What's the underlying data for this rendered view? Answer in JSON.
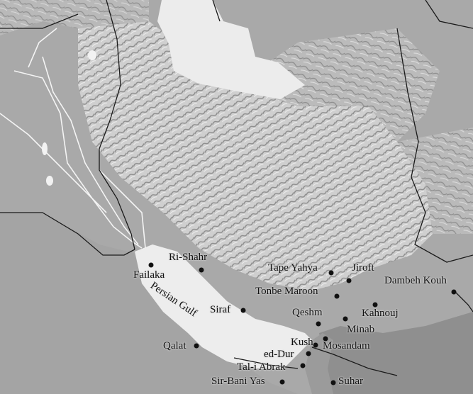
{
  "map": {
    "colors": {
      "land": "#a9a9a9",
      "mountain": "#d4d4d4",
      "water": "#ececec",
      "sea": "#8f8f8f",
      "border": "#1a1a1a",
      "river": "#f4f4f4"
    },
    "water_labels": {
      "gulf": "Persian Gulf"
    },
    "sites": [
      {
        "name": "Failaka"
      },
      {
        "name": "Ri-Shahr"
      },
      {
        "name": "Siraf"
      },
      {
        "name": "Qalat"
      },
      {
        "name": "Tape Yahya"
      },
      {
        "name": "Jiroft"
      },
      {
        "name": "Dambeh Kouh"
      },
      {
        "name": "Tonbe Maroon"
      },
      {
        "name": "Kahnouj"
      },
      {
        "name": "Qeshm"
      },
      {
        "name": "Minab"
      },
      {
        "name": "Kush"
      },
      {
        "name": "Mosandam"
      },
      {
        "name": "ed-Dur"
      },
      {
        "name": "Tal-i Abrak"
      },
      {
        "name": "Sir-Bani Yas"
      },
      {
        "name": "Suhar"
      }
    ]
  }
}
